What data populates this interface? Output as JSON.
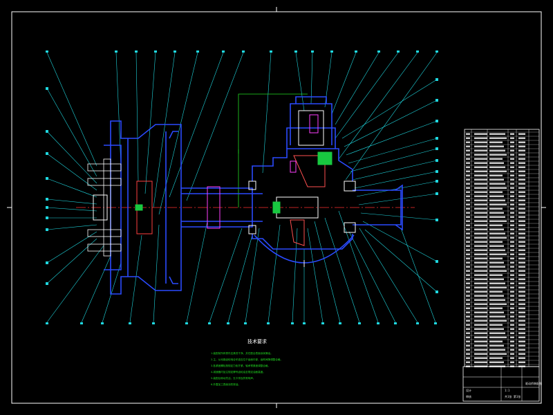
{
  "drawing": {
    "tech_requirements_title": "技术要求",
    "tech_notes": [
      "1.装配前所有零件应清洗干净，并在配合表面涂润滑油。",
      "2.主、从动锥齿轮啮合印迹应位于齿面中部，齿侧间隙调整合格。",
      "3.各紧固螺栓按规定力矩拧紧，轴承预紧度调整合格。",
      "4.减速器内加注规定牌号齿轮油至规定油面高度。",
      "5.装配后转动灵活，无卡滞及异常响声。",
      "6.外露加工表面涂防锈油。"
    ],
    "title_block": {
      "name": "驱动桥装配图",
      "designer": "设计",
      "checker": "审核",
      "scale": "1:1",
      "sheet": "共1张 第1张"
    }
  }
}
